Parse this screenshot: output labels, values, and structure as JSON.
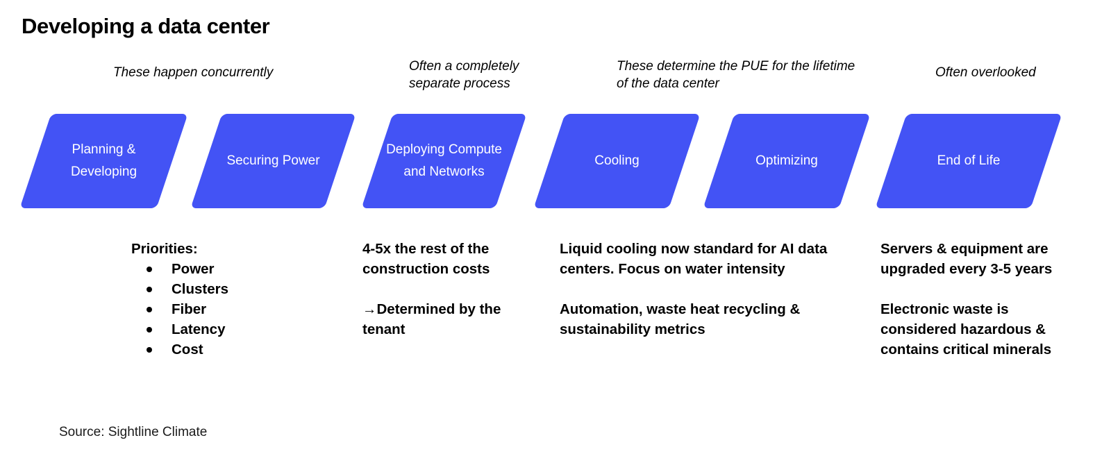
{
  "title": "Developing a data center",
  "annotations": [
    {
      "text": "These happen concurrently"
    },
    {
      "text": "Often a completely separate process"
    },
    {
      "text": "These determine the PUE for the lifetime of the data center"
    },
    {
      "text": "Often overlooked"
    }
  ],
  "stages": [
    {
      "label": "Planning & Developing"
    },
    {
      "label": "Securing Power"
    },
    {
      "label": "Deploying Compute and Networks"
    },
    {
      "label": "Cooling"
    },
    {
      "label": "Optimizing"
    },
    {
      "label": "End of Life"
    }
  ],
  "details": {
    "col0": {
      "heading": "Priorities:",
      "bullets": [
        "Power",
        "Clusters",
        "Fiber",
        "Latency",
        "Cost"
      ]
    },
    "col1": {
      "paragraphs": [
        "4-5x the rest of the construction costs",
        "→Determined by the tenant"
      ]
    },
    "col2": {
      "paragraphs": [
        "Liquid cooling now standard for AI data centers. Focus on water intensity",
        "Automation, waste heat recycling & sustainability metrics"
      ]
    },
    "col3": {
      "paragraphs": [
        "Servers & equipment are upgraded every 3-5 years",
        "Electronic waste is considered hazardous & contains critical minerals"
      ]
    }
  },
  "source": "Source: Sightline Climate",
  "colors": {
    "chevron": "#4353F5",
    "chevron_text": "#FFFFFF",
    "text": "#000000",
    "background": "#FFFFFF"
  }
}
